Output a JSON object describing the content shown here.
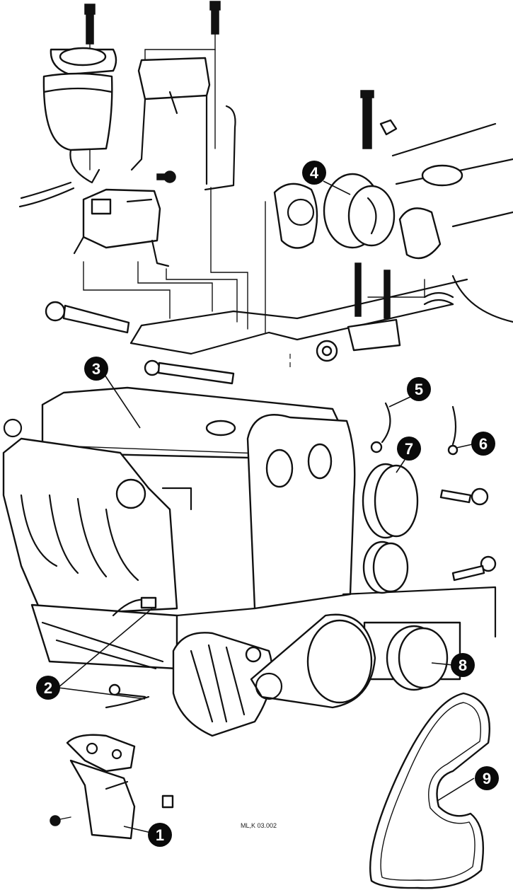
{
  "callouts": [
    {
      "id": "1",
      "label": "1"
    },
    {
      "id": "2",
      "label": "2"
    },
    {
      "id": "3",
      "label": "3"
    },
    {
      "id": "4",
      "label": "4"
    },
    {
      "id": "5",
      "label": "5"
    },
    {
      "id": "6",
      "label": "6"
    },
    {
      "id": "7",
      "label": "7"
    },
    {
      "id": "8",
      "label": "8"
    },
    {
      "id": "9",
      "label": "9"
    }
  ],
  "drawing_reference": "ML,K 03.002"
}
